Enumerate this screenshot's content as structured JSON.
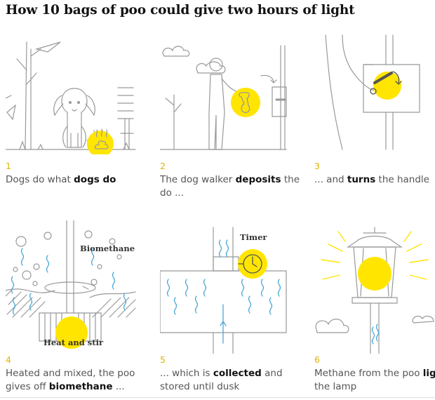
{
  "title": "How 10 bags of poo could give two hours of light",
  "accent_color": "#ffe500",
  "line_color": "#999999",
  "water_color": "#4aa8d8",
  "steps": [
    {
      "num": "1",
      "pre": "Dogs do what ",
      "bold": "dogs do",
      "post": "",
      "icon": "dog-illustration"
    },
    {
      "num": "2",
      "pre": "The dog walker ",
      "bold": "deposits",
      "post": " the do ...",
      "icon": "walker-illustration"
    },
    {
      "num": "3",
      "pre": "... and ",
      "bold": "turns",
      "post": " the handle",
      "icon": "handle-illustration"
    },
    {
      "num": "4",
      "pre": "Heated and mixed, the poo gives off ",
      "bold": "biomethane",
      "post": " ...",
      "icon": "digester-illustration",
      "labels": [
        "Biomethane",
        "Heat and stir"
      ]
    },
    {
      "num": "5",
      "pre": "... which is ",
      "bold": "collected",
      "post": " and stored until dusk",
      "icon": "tank-illustration",
      "labels": [
        "Timer"
      ]
    },
    {
      "num": "6",
      "pre": "Methane from the poo ",
      "bold": "lights",
      "post": " the lamp",
      "icon": "lamp-illustration"
    }
  ]
}
